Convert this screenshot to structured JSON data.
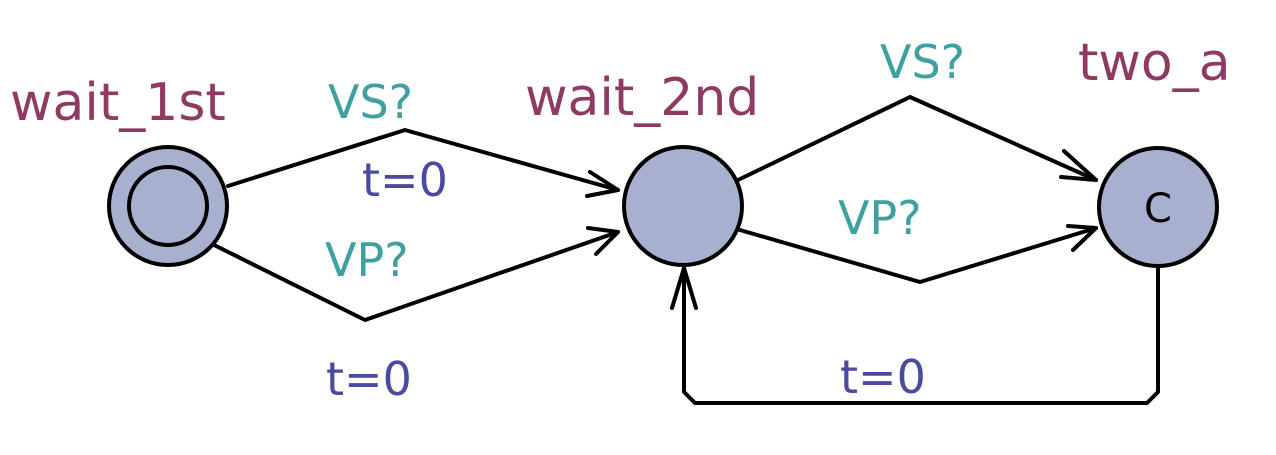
{
  "colors": {
    "location_fill": "#a8b0cf",
    "name_color": "#8e3a63",
    "sync_color": "#3fa0a0",
    "update_color": "#4a4a9e"
  },
  "locations": {
    "wait_1st": {
      "name": "wait_1st",
      "initial": true
    },
    "wait_2nd": {
      "name": "wait_2nd"
    },
    "two_a": {
      "name": "two_a",
      "committed": true,
      "mark": "C"
    }
  },
  "edges": {
    "e1": {
      "from": "wait_1st",
      "to": "wait_2nd",
      "sync": "VS?",
      "update": "t=0"
    },
    "e2": {
      "from": "wait_1st",
      "to": "wait_2nd",
      "sync": "VP?",
      "update": "t=0"
    },
    "e3": {
      "from": "wait_2nd",
      "to": "two_a",
      "sync": "VS?"
    },
    "e4": {
      "from": "wait_2nd",
      "to": "two_a",
      "sync": "VP?"
    },
    "e5": {
      "from": "two_a",
      "to": "wait_2nd",
      "update": "t=0"
    }
  }
}
